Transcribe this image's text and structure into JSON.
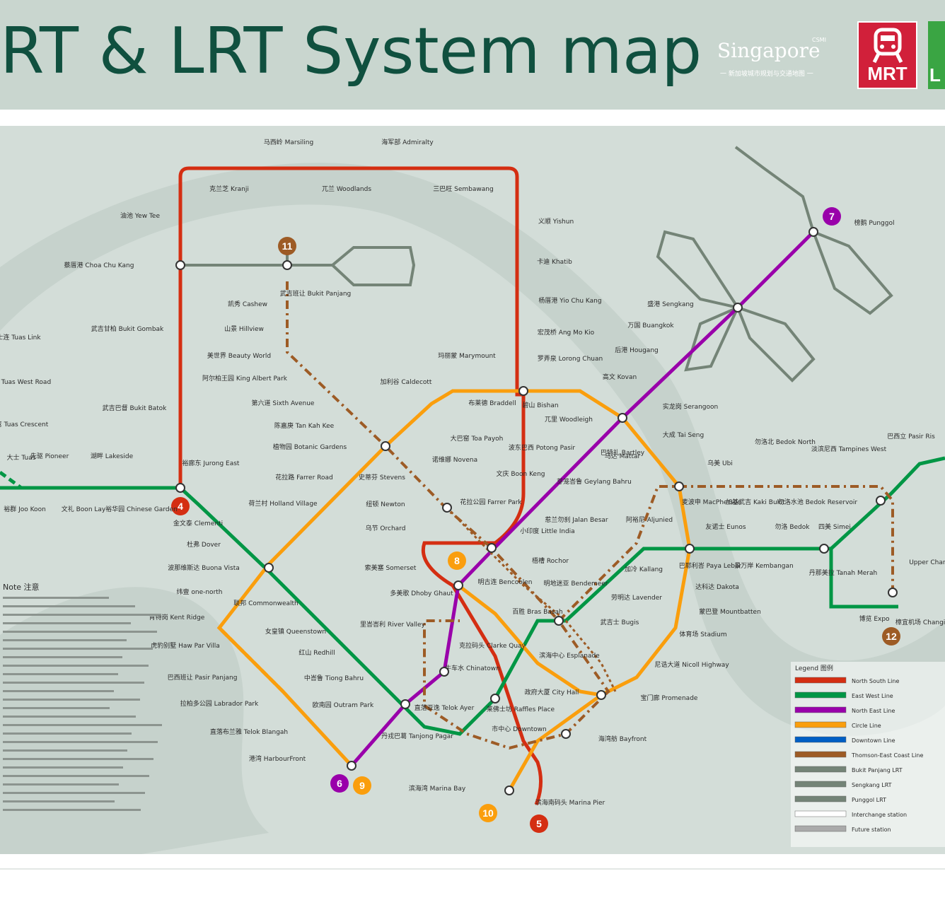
{
  "header": {
    "title": "RT & LRT System map",
    "brand_name": "Singapore",
    "brand_tag": "CSMI",
    "brand_cn": "一 新加坡城市规划与交通地图 一",
    "logo_mrt_label": "MRT",
    "logo_lrt_label": "L"
  },
  "colors": {
    "ns_line": "#d42e12",
    "ew_line": "#009645",
    "ne_line": "#9900aa",
    "cc_line": "#fa9e0d",
    "dt_line": "#005ec4",
    "te_line": "#9d5b25",
    "lrt_line": "#748477",
    "header_bg": "#c9d6cf",
    "map_bg": "#d3ddd8",
    "title_color": "#10503f"
  },
  "line_badges": [
    {
      "num": "4",
      "color": "#d42e12",
      "icon": "east-west-line-badge"
    },
    {
      "num": "5",
      "color": "#d42e12",
      "icon": "circle-line-badge"
    },
    {
      "num": "6",
      "color": "#9900aa",
      "icon": "north-east-line-badge"
    },
    {
      "num": "7",
      "color": "#9900aa",
      "icon": "punggol-line-badge"
    },
    {
      "num": "8",
      "color": "#fa9e0d",
      "icon": "circle-line-badge"
    },
    {
      "num": "9",
      "color": "#fa9e0d",
      "icon": "harbourfront-line-badge"
    },
    {
      "num": "10",
      "color": "#fa9e0d",
      "icon": "marina-line-badge"
    },
    {
      "num": "11",
      "color": "#9d5b25",
      "icon": "bukit-panjang-line-badge"
    },
    {
      "num": "12",
      "color": "#9d5b25",
      "icon": "expo-line-badge"
    }
  ],
  "stations": {
    "marsiling": "马西岭 Marsiling",
    "admiralty": "海军部 Admiralty",
    "kranji": "克兰芝 Kranji",
    "woodlands": "兀兰 Woodlands",
    "sembawang": "三巴旺 Sembawang",
    "yew_tee": "油池 Yew Tee",
    "choa_chu_kang": "蔡厝港 Choa Chu Kang",
    "bukit_panjang": "武吉班让 Bukit Panjang",
    "cashew": "凯秀 Cashew",
    "hillview": "山景 Hillview",
    "beauty_world": "美世界 Beauty World",
    "king_albert_park": "阿尔柏王园 King Albert Park",
    "sixth_avenue": "第六道 Sixth Avenue",
    "tan_kah_kee": "陈嘉庚 Tan Kah Kee",
    "botanic_gardens": "植物园 Botanic Gardens",
    "farrer_road": "花拉路 Farrer Road",
    "holland_village": "荷兰村 Holland Village",
    "bukit_gombak": "武吉甘柏 Bukit Gombak",
    "bukit_batok": "武吉巴督 Bukit Batok",
    "jurong_east": "裕廊东 Jurong East",
    "pioneer": "先驱 Pioneer",
    "lakeside": "湖畔 Lakeside",
    "joo_koon": "裕群 Joo Koon",
    "boon_lay": "文礼 Boon Lay",
    "chinese_garden": "裕华园 Chinese Garden",
    "clementi": "金文泰 Clementi",
    "dover": "杜弗 Dover",
    "buona_vista": "波那维斯达 Buona Vista",
    "one_north": "纬壹 one-north",
    "kent_ridge": "肯特岗 Kent Ridge",
    "haw_par_villa": "虎豹别墅 Haw Par Villa",
    "pasir_panjang": "巴西班让 Pasir Panjang",
    "labrador_park": "拉柏多公园 Labrador Park",
    "telok_blangah": "直落布兰雅 Telok Blangah",
    "harbourfront": "港湾 HarbourFront",
    "commonwealth": "联邦 Commonwealth",
    "queenstown": "女皇镇 Queenstown",
    "redhill": "红山 Redhill",
    "tiong_bahru": "中峇鲁 Tiong Bahru",
    "outram_park": "欧南园 Outram Park",
    "tanjong_pagar": "丹戎巴葛 Tanjong Pagar",
    "telok_ayer": "直落亚逸 Telok Ayer",
    "chinatown": "牛车水 Chinatown",
    "clarke_quay": "克拉码头 Clarke Quay",
    "river_valley": "里峇峇利 River Valley",
    "dhoby_ghaut": "多美歌 Dhoby Ghaut",
    "somerset": "索美塞 Somerset",
    "orchard": "乌节 Orchard",
    "newton": "纽顿 Newton",
    "stevens": "史蒂芬 Stevens",
    "novena": "诺维娜 Novena",
    "toa_payoh": "大巴窑 Toa Payoh",
    "braddell": "布莱德 Braddell",
    "caldecott": "加利谷 Caldecott",
    "marymount": "玛丽蒙 Marymount",
    "bishan": "碧山 Bishan",
    "ang_mo_kio": "宏茂桥 Ang Mo Kio",
    "yio_chu_kang": "杨厝港 Yio Chu Kang",
    "khatib": "卡迪 Khatib",
    "yishun": "义顺 Yishun",
    "lorong_chuan": "罗弄泉 Lorong Chuan",
    "woodleigh": "兀里 Woodleigh",
    "potong_pasir": "波东巴西 Potong Pasir",
    "boon_keng": "文庆 Boon Keng",
    "farrer_park": "花拉公园 Farrer Park",
    "little_india": "小印度 Little India",
    "rochor": "梧槽 Rochor",
    "bencoolen": "明古连 Bencoolen",
    "bras_basah": "百胜 Bras Basah",
    "esplanade": "滨海中心 Esplanade",
    "city_hall": "政府大厦 City Hall",
    "raffles_place": "莱佛士坊 Raffles Place",
    "downtown": "市中心 Downtown",
    "bayfront": "海湾舫 Bayfront",
    "marina_bay": "滨海湾 Marina Bay",
    "marina_south_pier": "滨海南码头 Marina Pier",
    "promenade": "宝门廊 Promenade",
    "nicoll_highway": "尼诰大道 Nicoll Highway",
    "stadium": "体育场 Stadium",
    "mountbatten": "蒙巴登 Mountbatten",
    "dakota": "达科达 Dakota",
    "paya_lebar": "巴耶利峇 Paya Lebar",
    "aljunied": "阿裕尼 Aljunied",
    "kallang": "加冷 Kallang",
    "lavender": "劳明达 Lavender",
    "bugis": "武吉士 Bugis",
    "jalan_besar": "惹兰勿刹 Jalan Besar",
    "bendemeer": "明地迷亚 Bendemeer",
    "geylang_bahru": "芽笼峇鲁 Geylang Bahru",
    "mattar": "马达 Mattar",
    "macpherson": "麦波申 MacPherson",
    "tai_seng": "大成 Tai Seng",
    "bartley": "巴特礼 Bartley",
    "serangoon": "实龙岗 Serangoon",
    "kovan": "高文 Kovan",
    "hougang": "后港 Hougang",
    "buangkok": "万国 Buangkok",
    "sengkang": "盛港 Sengkang",
    "punggol": "榜鹅 Punggol",
    "eunos": "友诺士 Eunos",
    "kembangan": "景万岸 Kembangan",
    "ubi": "乌美 Ubi",
    "kaki_bukit": "加基武吉 Kaki Bukit",
    "bedok_north": "勿洛北 Bedok North",
    "bedok_reservoir": "勿洛水池 Bedok Reservoir",
    "bedok": "勿洛 Bedok",
    "tanah_merah": "丹那美拉 Tanah Merah",
    "simei": "四美 Simei",
    "tampines_west": "淡滨尼西 Tampines West",
    "pasir_ris": "巴西立 Pasir Ris",
    "expo": "博览 Expo",
    "upper_changi": "Upper Changi",
    "changi_airport": "樟宜机场 Changi Airport",
    "tuas_link": "大士连 Tuas Link",
    "tuas_west": "大士西 Tuas West Road",
    "tuas_crescent": "大士弯 Tuas Crescent",
    "tuas": "大士 Tuas"
  },
  "station_keys": [
    "marsiling",
    "admiralty",
    "kranji",
    "woodlands",
    "sembawang",
    "yew_tee",
    "choa_chu_kang",
    "bukit_panjang",
    "cashew",
    "hillview",
    "beauty_world",
    "king_albert_park",
    "sixth_avenue",
    "tan_kah_kee",
    "botanic_gardens",
    "farrer_road",
    "holland_village",
    "bukit_gombak",
    "bukit_batok",
    "jurong_east",
    "pioneer",
    "lakeside",
    "joo_koon",
    "boon_lay",
    "chinese_garden",
    "clementi",
    "dover",
    "buona_vista",
    "one_north",
    "kent_ridge",
    "haw_par_villa",
    "pasir_panjang",
    "labrador_park",
    "telok_blangah",
    "harbourfront",
    "commonwealth",
    "queenstown",
    "redhill",
    "tiong_bahru",
    "outram_park",
    "tanjong_pagar",
    "telok_ayer",
    "chinatown",
    "clarke_quay",
    "river_valley",
    "dhoby_ghaut",
    "somerset",
    "orchard",
    "newton",
    "stevens",
    "novena",
    "toa_payoh",
    "braddell",
    "caldecott",
    "marymount",
    "bishan",
    "ang_mo_kio",
    "yio_chu_kang",
    "khatib",
    "yishun",
    "lorong_chuan",
    "woodleigh",
    "potong_pasir",
    "boon_keng",
    "farrer_park",
    "little_india",
    "rochor",
    "bencoolen",
    "bras_basah",
    "esplanade",
    "city_hall",
    "raffles_place",
    "downtown",
    "bayfront",
    "marina_bay",
    "marina_south_pier",
    "promenade",
    "nicoll_highway",
    "stadium",
    "mountbatten",
    "dakota",
    "paya_lebar",
    "aljunied",
    "kallang",
    "lavender",
    "bugis",
    "jalan_besar",
    "bendemeer",
    "geylang_bahru",
    "mattar",
    "macpherson",
    "tai_seng",
    "bartley",
    "serangoon",
    "kovan",
    "hougang",
    "buangkok",
    "sengkang",
    "punggol",
    "eunos",
    "kembangan",
    "ubi",
    "kaki_bukit",
    "bedok_north",
    "bedok_reservoir",
    "bedok",
    "tanah_merah",
    "simei",
    "tampines_west",
    "pasir_ris",
    "expo",
    "upper_changi",
    "changi_airport",
    "tuas_link",
    "tuas_west",
    "tuas_crescent",
    "tuas"
  ],
  "legend": {
    "title": "Legend 图例",
    "items": [
      "North South Line",
      "East West Line",
      "North East Line",
      "Circle Line",
      "Downtown Line",
      "Thomson-East Coast Line",
      "Bukit Panjang LRT",
      "Sengkang LRT",
      "Punggol LRT",
      "Interchange station",
      "Future station"
    ]
  },
  "notes_heading": "Note 注意"
}
